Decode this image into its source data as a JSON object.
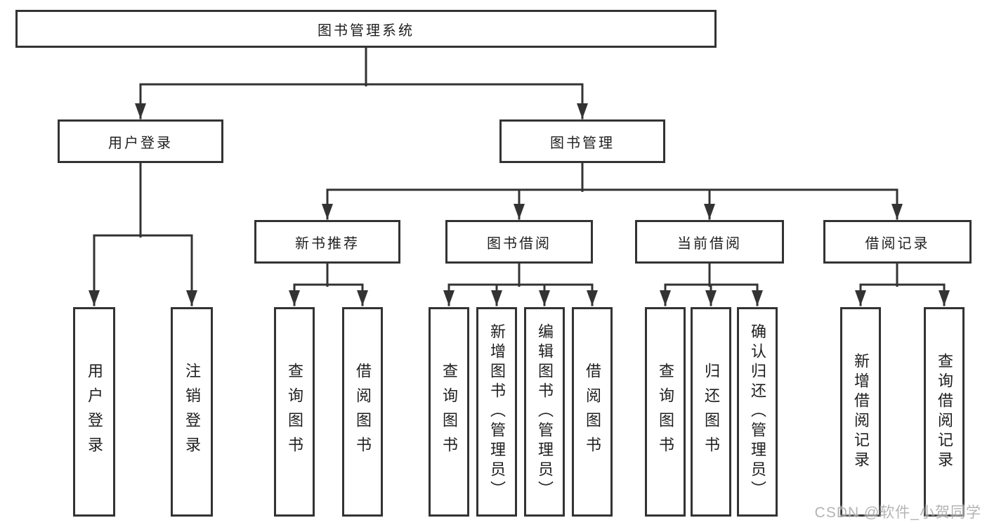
{
  "colors": {
    "line": "#333333",
    "text": "#1f1f1f",
    "background": "#ffffff",
    "watermark": "#a8a8a8"
  },
  "root": {
    "label": "图书管理系统"
  },
  "branches": {
    "user_login": {
      "label": "用户登录",
      "children": {
        "login": {
          "label": "用户登录"
        },
        "logout": {
          "label": "注销登录"
        }
      }
    },
    "book_management": {
      "label": "图书管理",
      "sections": {
        "new_book_recommend": {
          "label": "新书推荐",
          "children": {
            "query_books": {
              "label": "查询图书"
            },
            "borrow_books": {
              "label": "借阅图书"
            }
          }
        },
        "book_borrowing": {
          "label": "图书借阅",
          "children": {
            "query_books": {
              "label": "查询图书"
            },
            "add_books_admin": {
              "label": "新增图书（管理员）"
            },
            "edit_books_admin": {
              "label": "编辑图书（管理员）"
            },
            "borrow_books": {
              "label": "借阅图书"
            }
          }
        },
        "current_borrowing": {
          "label": "当前借阅",
          "children": {
            "query_books": {
              "label": "查询图书"
            },
            "return_books": {
              "label": "归还图书"
            },
            "confirm_return_admin": {
              "label": "确认归还（管理员）"
            }
          }
        },
        "borrowing_records": {
          "label": "借阅记录",
          "children": {
            "add_borrow_record": {
              "label": "新增借阅记录"
            },
            "query_borrow_record": {
              "label": "查询借阅记录"
            }
          }
        }
      }
    }
  },
  "watermark": {
    "text": "CSDN @软件_小贺同学"
  }
}
